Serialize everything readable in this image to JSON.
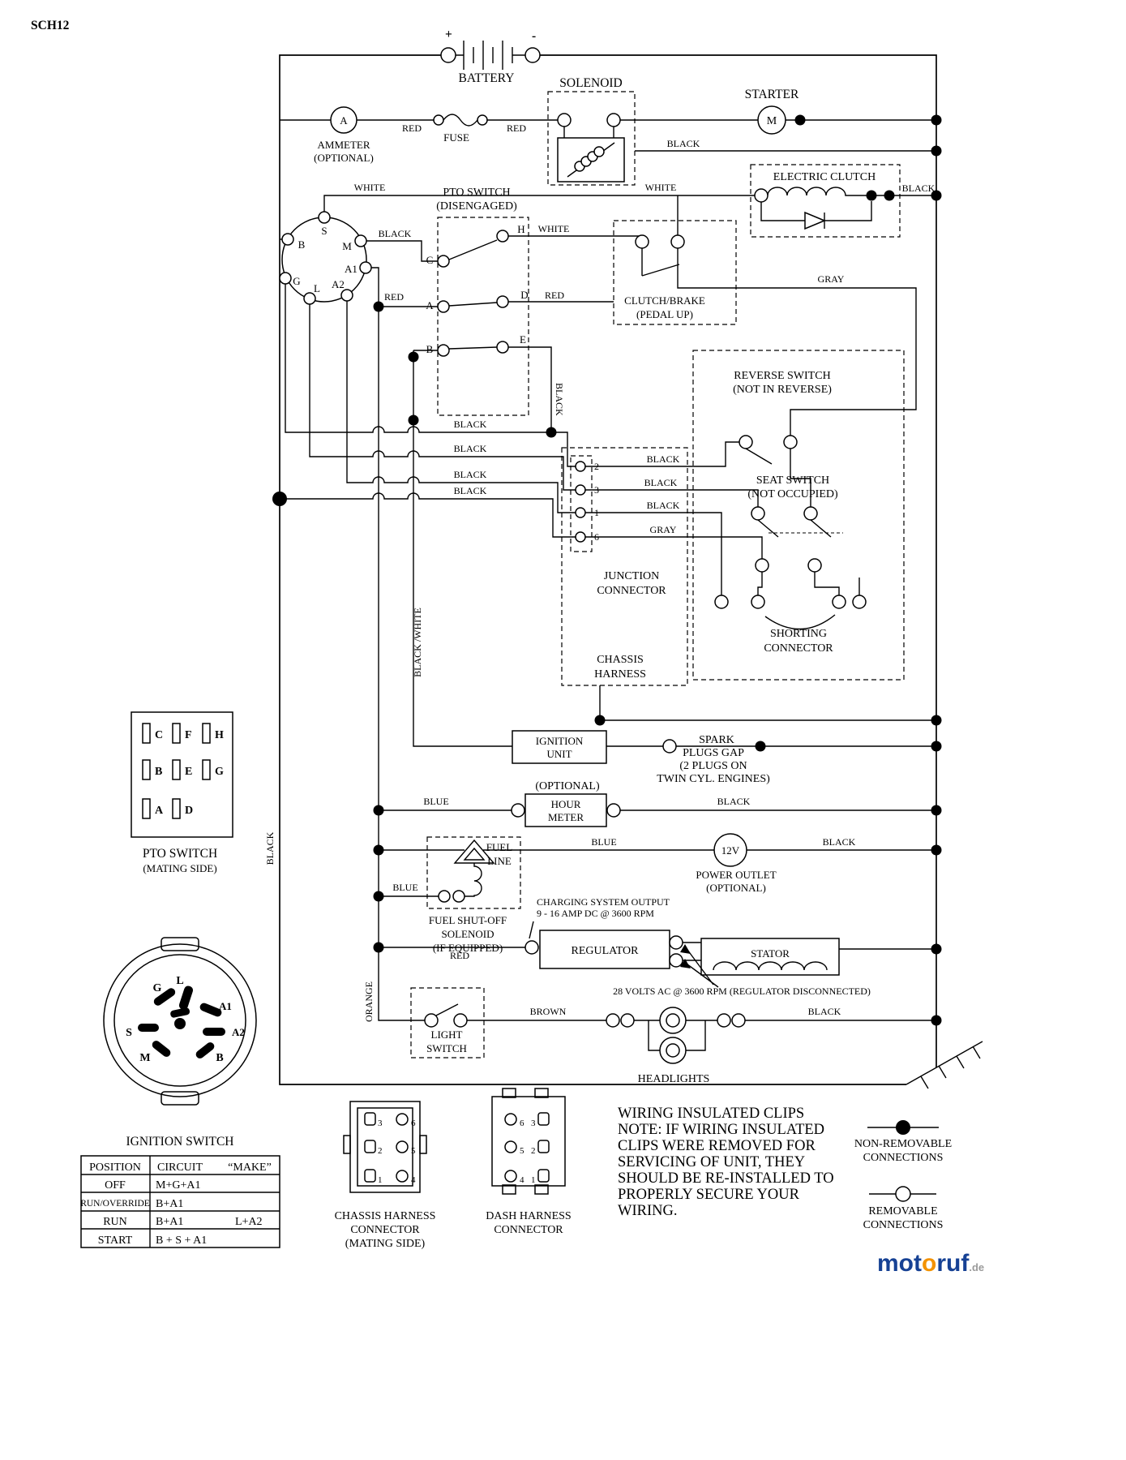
{
  "doc": {
    "code": "SCH12"
  },
  "brand": {
    "p1": "mot",
    "p2": "o",
    "p3": "ruf",
    "suffix": ".de"
  },
  "wire": {
    "red": "RED",
    "black": "BLACK",
    "white": "WHITE",
    "gray": "GRAY",
    "blue": "BLUE",
    "brown": "BROWN",
    "orange": "ORANGE",
    "black_white": "BLACK /WHITE"
  },
  "battery": {
    "label": "BATTERY",
    "plus": "+",
    "minus": "-"
  },
  "fuse": {
    "label": "FUSE"
  },
  "ammeter": {
    "symbol": "A",
    "label": "AMMETER",
    "optional": "(OPTIONAL)"
  },
  "solenoid": {
    "label": "SOLENOID"
  },
  "starter": {
    "label": "STARTER",
    "symbol": "M"
  },
  "electric_clutch": {
    "label": "ELECTRIC CLUTCH"
  },
  "pto": {
    "line1": "PTO SWITCH",
    "line2": "(DISENGAGED)",
    "c": "C",
    "a": "A",
    "b": "B",
    "h": "H",
    "d": "D",
    "e": "E"
  },
  "ign": {
    "s": "S",
    "b": "B",
    "m": "M",
    "g": "G",
    "l": "L",
    "a1": "A1",
    "a2": "A2"
  },
  "clutch_brake": {
    "line1": "CLUTCH/BRAKE",
    "line2": "(PEDAL UP)"
  },
  "reverse": {
    "line1": "REVERSE SWITCH",
    "line2": "(NOT IN REVERSE)"
  },
  "seat": {
    "line1": "SEAT SWITCH",
    "line2": "(NOT OCCUPIED)"
  },
  "junction": {
    "line1": "JUNCTION",
    "line2": "CONNECTOR",
    "p2": "2",
    "p3": "3",
    "p1": "1",
    "p6": "6"
  },
  "shorting": {
    "line1": "SHORTING",
    "line2": "CONNECTOR"
  },
  "chassis": {
    "line1": "CHASSIS",
    "line2": "HARNESS"
  },
  "pto_mating": {
    "line1": "PTO SWITCH",
    "line2": "(MATING SIDE)",
    "pins": [
      "C",
      "F",
      "H",
      "B",
      "E",
      "G",
      "A",
      "D"
    ]
  },
  "ignition_unit": {
    "line1": "IGNITION",
    "line2": "UNIT"
  },
  "spark": {
    "line1": "SPARK",
    "line2": "PLUGS GAP",
    "line3": "(2 PLUGS ON",
    "line4": "TWIN CYL. ENGINES)"
  },
  "hour": {
    "optional": "(OPTIONAL)",
    "line1": "HOUR",
    "line2": "METER"
  },
  "fuel_line": {
    "line1": "FUEL",
    "line2": "LINE"
  },
  "outlet": {
    "symbol": "12V",
    "line1": "POWER OUTLET",
    "line2": "(OPTIONAL)"
  },
  "fuel_sol": {
    "line1": "FUEL SHUT-OFF",
    "line2": "SOLENOID",
    "line3": "(IF EQUIPPED)"
  },
  "charging": {
    "line1": "CHARGING SYSTEM OUTPUT",
    "line2": "9 - 16 AMP DC @ 3600 RPM"
  },
  "regulator": {
    "label": "REGULATOR"
  },
  "stator": {
    "label": "STATOR",
    "note": "28 VOLTS AC @ 3600 RPM (REGULATOR DISCONNECTED)"
  },
  "light": {
    "line1": "LIGHT",
    "line2": "SWITCH"
  },
  "headlights": {
    "label": "HEADLIGHTS"
  },
  "ignition_switch": {
    "title": "IGNITION SWITCH"
  },
  "table": {
    "col1": "POSITION",
    "col2": "CIRCUIT",
    "col3": "“MAKE”",
    "rows": [
      {
        "position": "OFF",
        "circuit": "M+G+A1",
        "make": ""
      },
      {
        "position": "RUN/OVERRIDE",
        "circuit": "B+A1",
        "make": ""
      },
      {
        "position": "RUN",
        "circuit": "B+A1",
        "make": "L+A2"
      },
      {
        "position": "START",
        "circuit": "B + S + A1",
        "make": ""
      }
    ]
  },
  "chassis_conn": {
    "line1": "CHASSIS HARNESS",
    "line2": "CONNECTOR",
    "line3": "(MATING SIDE)",
    "pins": [
      "3",
      "6",
      "2",
      "5",
      "1",
      "4"
    ]
  },
  "dash_conn": {
    "line1": "DASH HARNESS",
    "line2": "CONNECTOR",
    "pins": [
      "6",
      "3",
      "5",
      "2",
      "4",
      "1"
    ]
  },
  "note": {
    "line1": "WIRING INSULATED CLIPS",
    "line2": "NOTE:  IF WIRING INSULATED",
    "line3": "CLIPS WERE REMOVED FOR",
    "line4": "SERVICING OF UNIT, THEY",
    "line5": "SHOULD BE RE-INSTALLED TO",
    "line6": "PROPERLY SECURE YOUR",
    "line7": "WIRING.",
    "line8": ""
  },
  "legend": {
    "non_removable_1": "NON-REMOVABLE",
    "non_removable_2": "CONNECTIONS",
    "removable_1": "REMOVABLE",
    "removable_2": "CONNECTIONS"
  }
}
